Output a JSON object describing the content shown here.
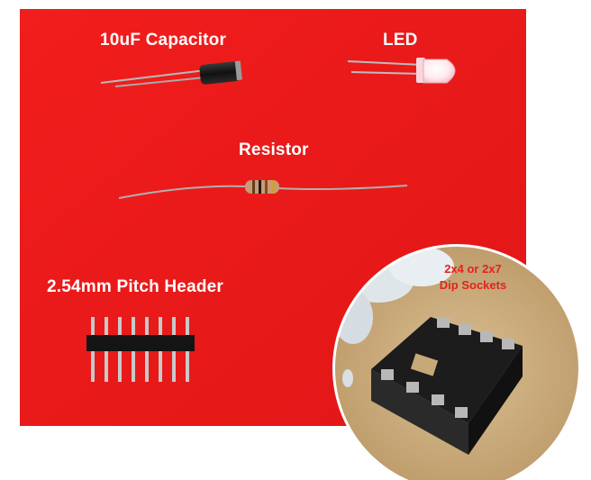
{
  "labels": {
    "capacitor": "10uF Capacitor",
    "led": "LED",
    "resistor": "Resistor",
    "header": "2.54mm Pitch Header",
    "dip_line1": "2x4 or 2x7",
    "dip_line2": "Dip Sockets"
  },
  "colors": {
    "board": "#ee1c1c",
    "label_text": "#ffffff",
    "inset_label_text": "#e3231c",
    "socket": "#222222",
    "pcb": "#c9a878"
  },
  "components": [
    "capacitor",
    "led",
    "resistor",
    "pin-header",
    "dip-socket"
  ]
}
